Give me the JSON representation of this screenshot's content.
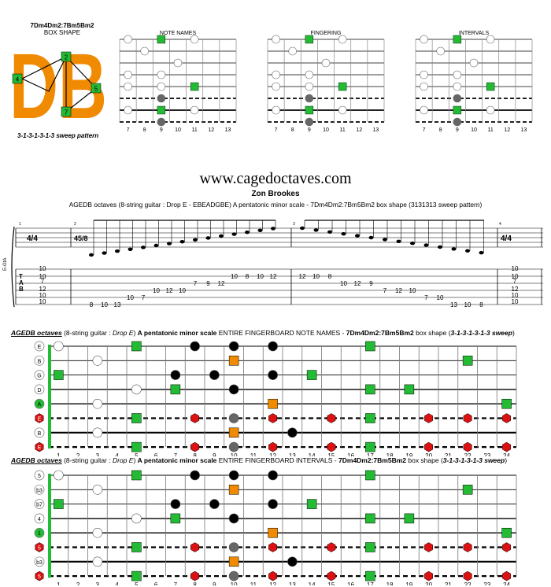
{
  "header": {
    "shape_code": "7Dm4Dm2:7Bm5Bm2",
    "shape_label": "BOX SHAPE",
    "pattern_caption": "3-1-3-1-3-1-3 sweep pattern",
    "logo_letters": "DB",
    "logo_color": "#f08a00"
  },
  "mini_diagrams": [
    {
      "title": "NOTE NAMES"
    },
    {
      "title": "FINGERING"
    },
    {
      "title": "INTERVALS"
    }
  ],
  "mini_fret_numbers": [
    "7",
    "8",
    "9",
    "10",
    "11",
    "12",
    "13"
  ],
  "site": {
    "url": "www.cagedoctaves.com",
    "author": "Zon Brookes",
    "subtitle": "AGEDB octaves (8-string guitar : Drop E - EBEADGBE) A pentatonic minor scale - 7Dm4Dm2:7Bm5Bm2 box shape (3131313 sweep pattern)"
  },
  "notation": {
    "tuning_label": "E-GtA",
    "time_sig_start": "4/4",
    "time_sig_mid": "45/8",
    "time_sig_end": "4/4",
    "tab_letters": [
      "T",
      "A",
      "B"
    ],
    "measure_numbers": [
      "1",
      "2",
      "3",
      "4"
    ],
    "tab_chord_1": [
      "10",
      "10",
      "7",
      "12",
      "10",
      "10"
    ],
    "tab_run_up": [
      "8",
      "10",
      "13",
      "10",
      "7",
      "10",
      "12",
      "10",
      "7",
      "9",
      "12",
      "10",
      "8",
      "10",
      "12"
    ],
    "tab_run_down": [
      "12",
      "10",
      "8",
      "10",
      "12",
      "9",
      "7",
      "12",
      "10",
      "7",
      "10",
      "13",
      "10",
      "8"
    ],
    "tab_chord_2": [
      "10",
      "10",
      "7",
      "12",
      "10",
      "10"
    ]
  },
  "board_notes": {
    "caption_prefix": "AGEDB octaves",
    "caption_mid": " (8-string guitar : ",
    "caption_italic": "Drop E",
    "caption_after": ") ",
    "caption_bold": "A pentatonic minor scale",
    "caption_normal": " ENTIRE FINGERBOARD NOTE NAMES - ",
    "caption_shape": "7Dm4Dm2:7Bm5Bm2",
    "caption_box": " box shape (",
    "caption_sweep": "3-1-3-1-3-1-3 sweep",
    "caption_end": ")",
    "open_strings": [
      "E",
      "B",
      "G",
      "D",
      "A",
      "E",
      "B",
      "E"
    ]
  },
  "board_intervals": {
    "caption_prefix": "AGEDB octaves",
    "caption_mid": " (8-string guitar : ",
    "caption_italic": "Drop E",
    "caption_after": ") ",
    "caption_bold": "A pentatonic minor scale",
    "caption_normal": " ENTIRE FINGERBOARD INTERVALS - ",
    "caption_shape": "7Dm4Dm2:7Bm5Bm2",
    "caption_box": " box shape (",
    "caption_sweep": "3-1-3-1-3-1-3 sweep",
    "caption_end": ")",
    "open_strings": [
      "5",
      "b3",
      "b7",
      "4",
      "1",
      "5",
      "b3",
      "5"
    ]
  },
  "fret_numbers": [
    "1",
    "2",
    "3",
    "4",
    "5",
    "6",
    "7",
    "8",
    "9",
    "10",
    "11",
    "12",
    "13",
    "14",
    "15",
    "16",
    "17",
    "18",
    "19",
    "20",
    "21",
    "22",
    "23",
    "24"
  ],
  "colors": {
    "green": "#22bb33",
    "orange": "#f08a00",
    "red": "#dd1111",
    "grey": "#666666",
    "black": "#000000"
  }
}
